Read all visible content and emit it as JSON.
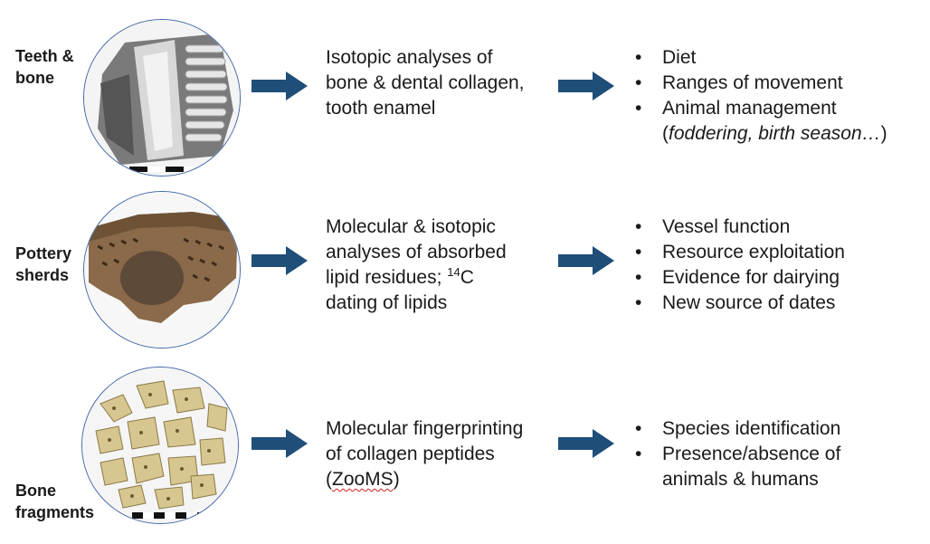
{
  "rows": [
    {
      "label": [
        "Teeth &",
        "bone"
      ],
      "method_lines": [
        "Isotopic analyses of",
        "bone & dental collagen,",
        "tooth enamel"
      ],
      "outcomes": [
        "Diet",
        "Ranges of movement",
        "Animal management"
      ],
      "outcome_note": "foddering, birth season…"
    },
    {
      "label": [
        "Pottery",
        "sherds"
      ],
      "method_lines": [
        "Molecular & isotopic",
        "analyses of absorbed",
        "lipid residues; ",
        "14",
        "C",
        "dating of lipids"
      ],
      "outcomes": [
        "Vessel function",
        "Resource exploitation",
        "Evidence for dairying",
        "New source of dates"
      ]
    },
    {
      "label": [
        "Bone",
        "fragments"
      ],
      "method_lines": [
        "Molecular fingerprinting",
        "of collagen peptides",
        "(",
        "ZooMS",
        ")"
      ],
      "outcomes": [
        "Species identification",
        "Presence/absence of",
        "animals & humans"
      ]
    }
  ],
  "colors": {
    "arrow": "#1f4e79",
    "circle_border": "#3f66a6"
  }
}
